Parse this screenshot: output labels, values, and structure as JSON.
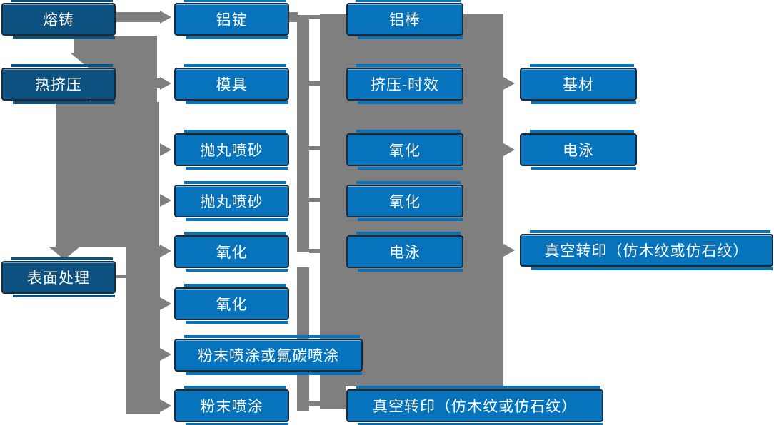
{
  "colors": {
    "node_blue": "#0673bc",
    "node_dark_blue": "#0d5180",
    "node_border": "#1b2b3c",
    "connector_gray": "#7f7f7f",
    "text": "#ffffff",
    "background": "#ffffff"
  },
  "flowchart": {
    "column1": [
      {
        "label": "熔铸"
      },
      {
        "label": "热挤压"
      },
      {
        "label": "表面处理"
      }
    ],
    "column2": [
      {
        "label": "铝锭"
      },
      {
        "label": "模具"
      },
      {
        "label": "抛丸喷砂"
      },
      {
        "label": "抛丸喷砂"
      },
      {
        "label": "氧化"
      },
      {
        "label": "氧化"
      },
      {
        "label": "粉末喷涂或氟碳喷涂"
      },
      {
        "label": "粉末喷涂"
      }
    ],
    "column3": [
      {
        "label": "铝棒"
      },
      {
        "label": "挤压-时效"
      },
      {
        "label": "氧化"
      },
      {
        "label": "氧化"
      },
      {
        "label": "电泳"
      },
      {
        "label": "真空转印（仿木纹或仿石纹）"
      }
    ],
    "column4": [
      {
        "label": "基材"
      },
      {
        "label": "电泳"
      },
      {
        "label": "真空转印（仿木纹或仿石纹）"
      }
    ]
  }
}
